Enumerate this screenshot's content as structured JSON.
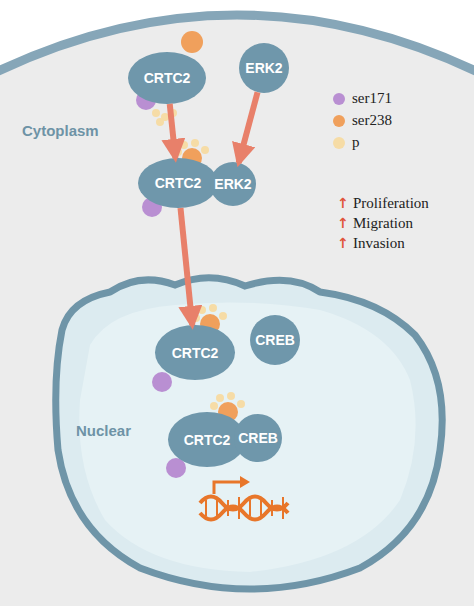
{
  "diagram": {
    "nodes": [
      {
        "text": [
          "CRTC2"
        ]
      },
      {
        "text": [
          "ERK2"
        ]
      },
      {
        "text": [
          "CRTC2"
        ]
      },
      {
        "text": [
          "ERK2"
        ]
      },
      {
        "text": [
          "CRTC2"
        ]
      },
      {
        "text": [
          "CREB"
        ]
      },
      {
        "text": [
          "CRTC2"
        ]
      },
      {
        "text": [
          "CREB"
        ]
      }
    ],
    "edges": [
      {
        "from": 0,
        "to": 2,
        "arrow": "to"
      },
      {
        "from": 1,
        "to": 3,
        "arrow": "to"
      },
      {
        "from": 2,
        "to": 4,
        "arrow": "to"
      }
    ],
    "labels": [
      "Cytoplasm",
      "Nuclear",
      "↑",
      "Proliferation",
      "↑",
      "Migration",
      "↑",
      "Invasion"
    ],
    "legend": [
      {
        "text": "ser171",
        "color": "#b98fd2"
      },
      {
        "text": "ser238",
        "color": "#f0a05c"
      },
      {
        "text": "p",
        "color": "#f6dca6"
      }
    ]
  }
}
